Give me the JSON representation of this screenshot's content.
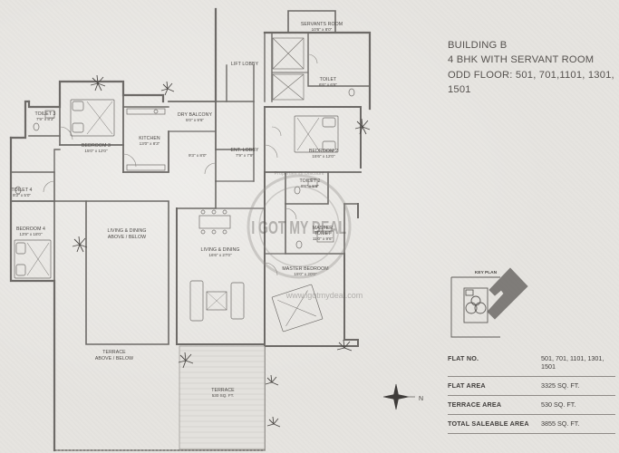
{
  "title": {
    "building": "BUILDING B",
    "type": "4 BHK WITH SERVANT ROOM",
    "floors_line1": "ODD FLOOR: 501, 701,1101, 1301,",
    "floors_line2": "1501"
  },
  "rooms": {
    "servant_room": {
      "name": "SERVANTS ROOM",
      "size": "10'6\" x 8'0\""
    },
    "toilet_servant": {
      "name": "TOILET",
      "size": "6'6\" x 6'6\""
    },
    "lift_lobby": {
      "name": "LIFT LOBBY"
    },
    "toilet3": {
      "name": "TOILET 3",
      "size": "7'9\" x 8'3\""
    },
    "bedroom3": {
      "name": "BEDROOM 3",
      "size": "15'0\" x 12'0\""
    },
    "kitchen": {
      "name": "KITCHEN",
      "size": "13'0\" x 8'3\""
    },
    "dry_balcony": {
      "name": "DRY BALCONY",
      "size": "5'0\" x 9'6\""
    },
    "passage": {
      "size": "9'3\" x 8'0\""
    },
    "ent_lobby": {
      "name": "ENT. LOBBY",
      "size": "7'9\" x 7'9\""
    },
    "bedroom2": {
      "name": "BEDROOM 2",
      "size": "15'6\" x 12'0\""
    },
    "toilet2": {
      "name": "TOILET 2",
      "size": "8'6\" x 5'6\""
    },
    "toilet4": {
      "name": "TOILET 4",
      "size": "9'3\" x 5'0\""
    },
    "bedroom4": {
      "name": "BEDROOM 4",
      "size": "13'9\" x 18'0\""
    },
    "living_below": {
      "name1": "LIVING & DINING",
      "name2": "ABOVE / BELOW"
    },
    "living": {
      "name": "LIVING & DINING",
      "size": "16'6\" x 27'0\""
    },
    "master_toilet": {
      "name1": "MASTER",
      "name2": "TOILET",
      "size": "11'0\" x 9'6\""
    },
    "master_bedroom": {
      "name": "MASTER BEDROOM",
      "size": "15'0\" x 20'0\""
    },
    "terrace_below": {
      "name1": "TERRACE",
      "name2": "ABOVE / BELOW"
    },
    "terrace": {
      "name1": "TERRACE",
      "name2": "530 SQ. FT."
    }
  },
  "key_plan_label": "KEY PLAN",
  "compass_label": "N",
  "watermark": {
    "url": "www.igotmydeal.com",
    "brand": "I GOT MY DEAL",
    "tag": "Properties @ Discount"
  },
  "info_table": [
    {
      "key": "FLAT NO.",
      "value": "501, 701, 1101, 1301, 1501"
    },
    {
      "key": "FLAT AREA",
      "value": "3325 SQ. FT."
    },
    {
      "key": "TERRACE AREA",
      "value": "530 SQ. FT."
    },
    {
      "key": "TOTAL SALEABLE AREA",
      "value": "3855 SQ. FT."
    }
  ]
}
